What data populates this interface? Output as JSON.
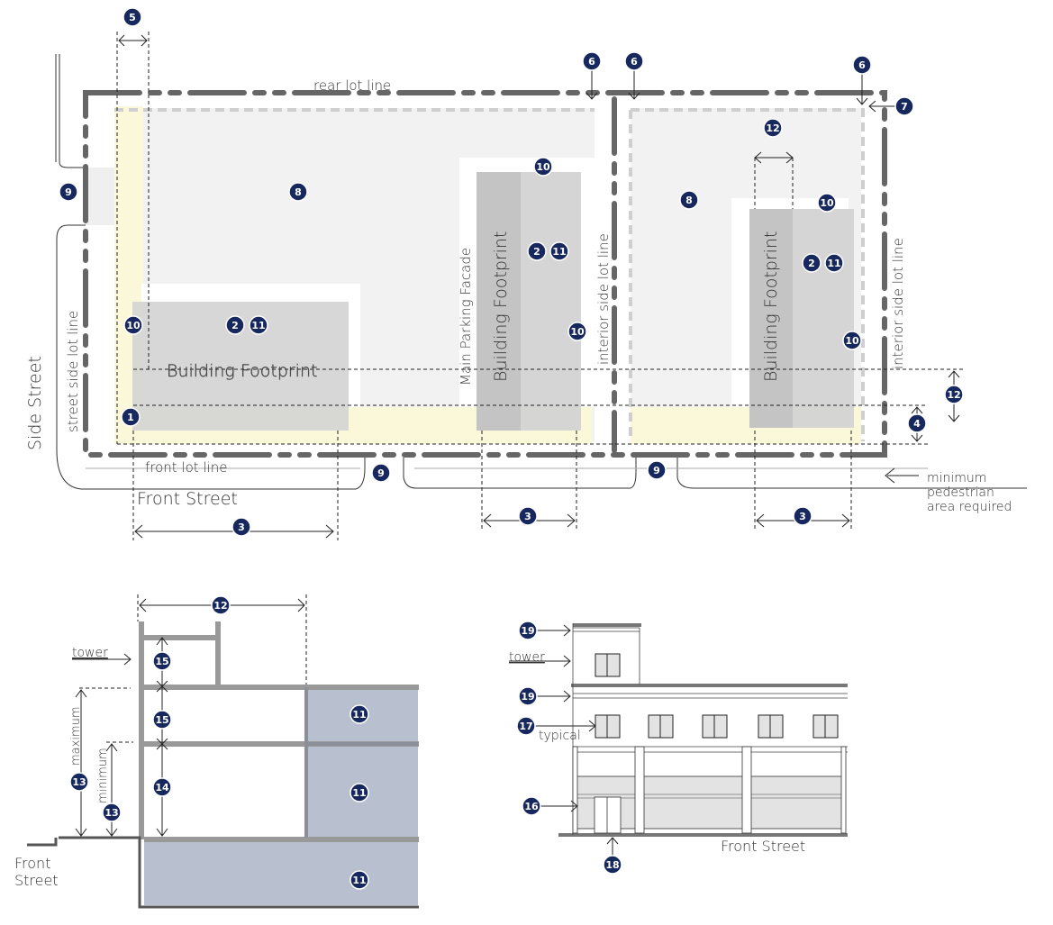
{
  "plan": {
    "rear_lot_line": "rear lot line",
    "side_street": "Side Street",
    "street_side_lot_line": "street side lot line",
    "front_lot_line": "front lot line",
    "front_street": "Front Street",
    "building_footprint": "Building Footprint",
    "main_parking_facade": "Main Parking Facade",
    "interior_side_lot_line": "interior side lot line",
    "min_ped_1": "minimum",
    "min_ped_2": "pedestrian",
    "min_ped_3": "area required"
  },
  "section": {
    "tower": "tower",
    "maximum": "maximum",
    "minimum": "minimum",
    "front_street_1": "Front",
    "front_street_2": "Street"
  },
  "elevation": {
    "tower": "tower",
    "typical": "typical",
    "front_street": "Front Street"
  },
  "markers": [
    "1",
    "2",
    "3",
    "4",
    "5",
    "6",
    "7",
    "8",
    "9",
    "10",
    "11",
    "12",
    "13",
    "14",
    "15",
    "16",
    "17",
    "18",
    "19"
  ],
  "colors": {
    "marker": "#16285e",
    "lot_line": "#666666",
    "setback_yellow": "#fbf7d9",
    "parking": "#f2f2f2",
    "footprint": "#d3d3d3",
    "section_fill": "#b8bfcf"
  }
}
